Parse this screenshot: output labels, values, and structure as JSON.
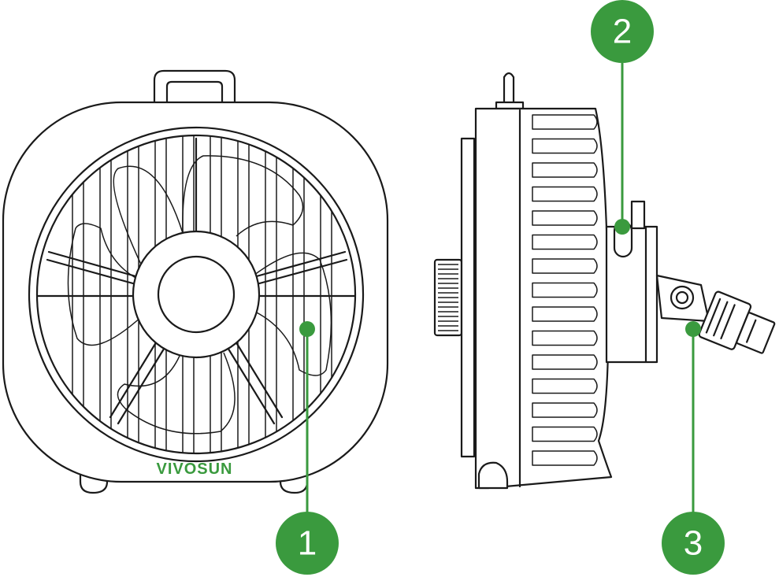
{
  "brand": {
    "text": "VIVOSUN"
  },
  "callouts": [
    {
      "label": "1"
    },
    {
      "label": "2"
    },
    {
      "label": "3"
    }
  ],
  "colors": {
    "accent": "#3a9a3e",
    "ink": "#1a1a1a",
    "background": "#ffffff"
  }
}
